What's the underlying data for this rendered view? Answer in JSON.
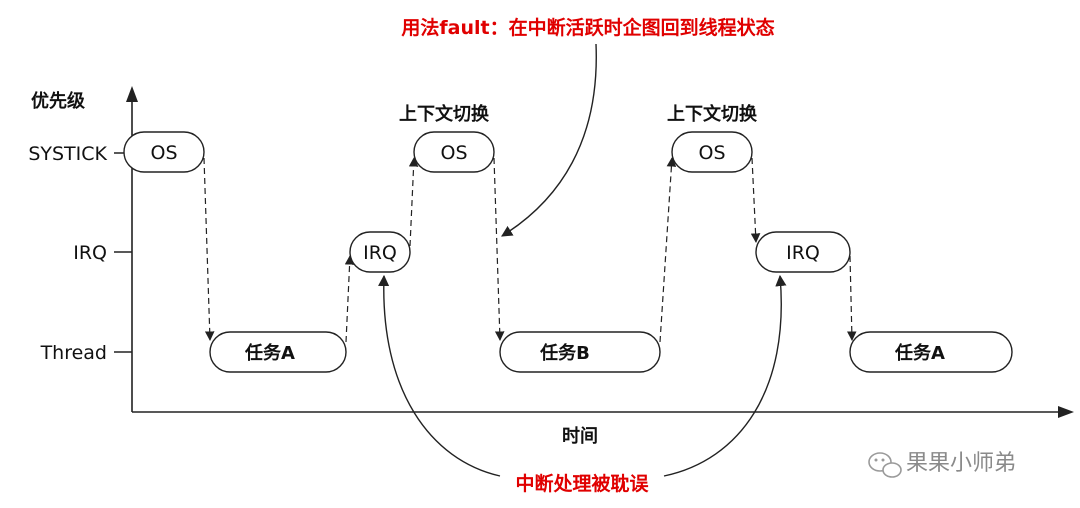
{
  "title": "用法fault：在中断活跃时企图回到线程状态",
  "ylabel": "优先级",
  "xlabel": "时间",
  "levels": {
    "systick": "SYSTICK",
    "irq": "IRQ",
    "thread": "Thread"
  },
  "nodes": {
    "os1": "OS",
    "task_a1": "任务A",
    "irq1": "IRQ",
    "ctx_switch1": "上下文切换",
    "os2": "OS",
    "task_b": "任务B",
    "ctx_switch2": "上下文切换",
    "os3": "OS",
    "irq2": "IRQ",
    "task_a2": "任务A"
  },
  "bottom_annotation": "中断处理被耽误",
  "watermark": "果果小师弟",
  "colors": {
    "annotation": "#e00000",
    "line": "#222222"
  },
  "icons": {
    "watermark_icon": "wechat-icon"
  }
}
